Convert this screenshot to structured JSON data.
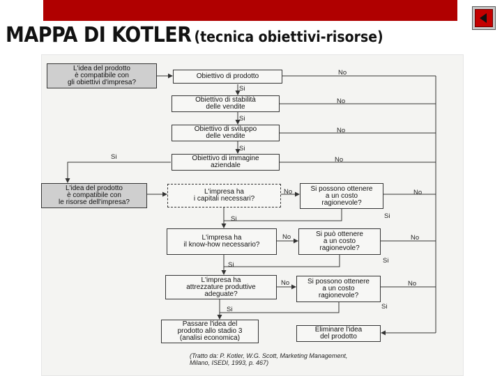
{
  "slide": {
    "title_main": "MAPPA DI KOTLER",
    "title_sub": "(tecnica obiettivi-risorse)",
    "accent_color": "#b00000",
    "nav_icon": "back-arrow-icon"
  },
  "flowchart": {
    "nodes": {
      "idea_objectives": "L'idea del prodotto\nè compatibile con\ngli obiettivi d'impresa?",
      "obj_product": "Obiettivo di prodotto",
      "obj_stability": "Obiettivo di stabilità\ndelle vendite",
      "obj_growth": "Obiettivo di sviluppo\ndelle vendite",
      "obj_image": "Obiettivo di immagine\naziendale",
      "idea_resources": "L'idea del prodotto\nè compatibile con\nle risorse dell'impresa?",
      "capital": "L'impresa ha\ni capitali necessari?",
      "capital_cost": "Si possono ottenere\na un costo\nragionevole?",
      "knowhow": "L'impresa ha\nil know-how necessario?",
      "knowhow_cost": "Si può ottenere\na un costo\nragionevole?",
      "equipment": "L'impresa ha\nattrezzature produttive\nadeguate?",
      "equipment_cost": "Si possono ottenere\na un costo\nragionevole?",
      "pass_stage3": "Passare l'idea del\nprodotto allo stadio 3\n(analisi economica)",
      "eliminate": "Eliminare l'idea\ndel prodotto"
    },
    "labels": {
      "yes": "Si",
      "no": "No"
    },
    "citation": "(Tratto da: P. Kotler, W.G. Scott, Marketing Management,\nMilano, ISEDI, 1993, p. 467)"
  }
}
